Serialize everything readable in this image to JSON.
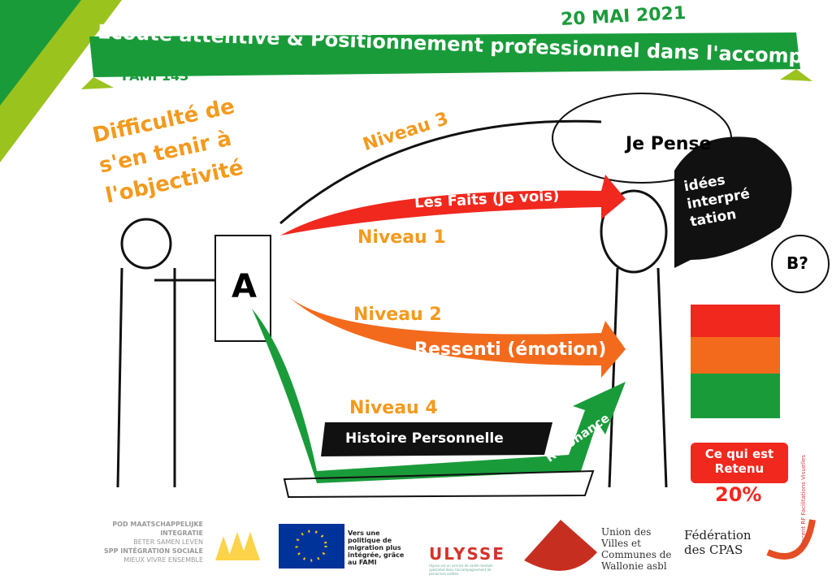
{
  "header": {
    "date": "20 MAI 2021",
    "title": "Ecoute attentive & Positionnement professionnel dans l'accompagnement",
    "project": "FAMI 143"
  },
  "left_note": "Difficulté de s'en tenir à l'objectivité",
  "paper_letter": "A",
  "levels": {
    "niveau3": "Niveau 3",
    "niveau1": "Niveau 1",
    "niveau2": "Niveau 2",
    "niveau4": "Niveau 4",
    "faits": "Les Faits (Je vois)",
    "ressenti": "Ressenti (émotion)",
    "histoire": "Histoire Personnelle",
    "resonance": "Résonance"
  },
  "thought": {
    "je_pense": "Je Pense",
    "idees": "idées interpré tation",
    "b": "B?"
  },
  "retained": {
    "label": "Ce qui est Retenu",
    "percent": "20%"
  },
  "signature": "Vincent RF Facilitations Visuelles",
  "colors": {
    "green": "#1a9b3a",
    "red": "#f0281e",
    "orange": "#f39a1e",
    "lime": "#9bc31e",
    "black": "#111111"
  },
  "logos": {
    "pod_line1": "POD MAATSCHAPPELIJKE INTEGRATIE",
    "pod_line2": "BETER SAMEN LEVEN",
    "spp_line1": "SPP INTÉGRATION SOCIALE",
    "spp_line2": "MIEUX VIVRE ENSEMBLE",
    "eu_text": "Vers une politique de migration plus intégrée, grâce au FAMI",
    "ulysse": "ULYSSE",
    "ulysse_sub": "Ulysse est un service de santé mentale spécialisé dans l'accompagnement de personnes exilées.",
    "uvcw": "Union des Villes et Communes de Wallonie asbl",
    "cpas": "Fédération des CPAS"
  }
}
